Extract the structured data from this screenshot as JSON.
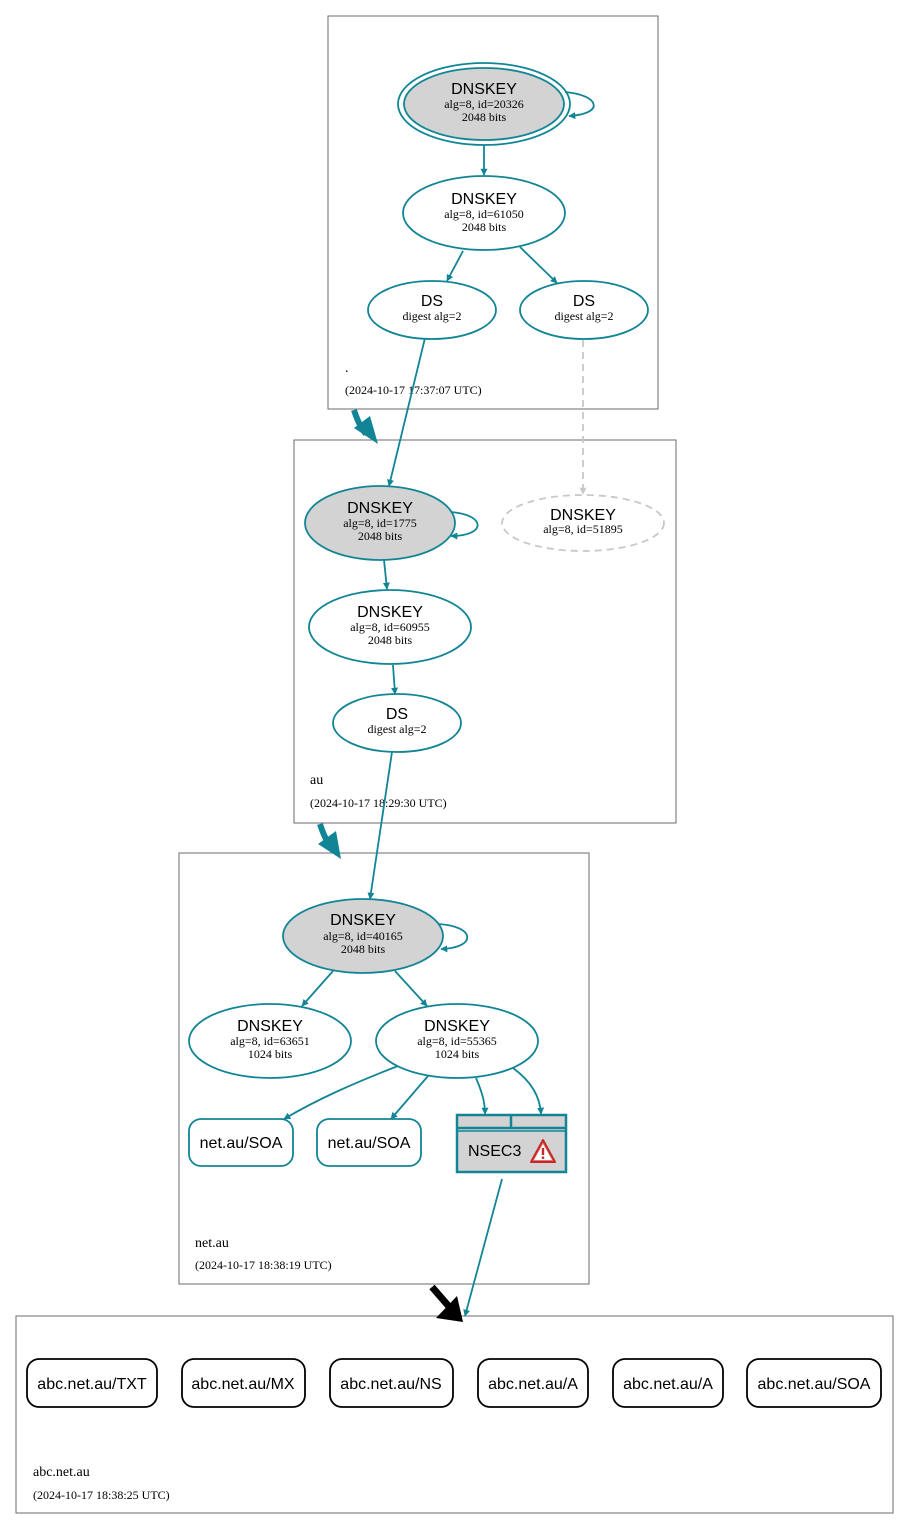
{
  "colors": {
    "accent": "#118595",
    "ksk_fill": "#d3d3d3",
    "missing": "#c8c8c8",
    "warning": "#c62828",
    "border": "#6b6b6b"
  },
  "zones": {
    "root": {
      "name": ".",
      "timestamp": "(2024-10-17 17:37:07 UTC)"
    },
    "au": {
      "name": "au",
      "timestamp": "(2024-10-17 18:29:30 UTC)"
    },
    "netau": {
      "name": "net.au",
      "timestamp": "(2024-10-17 18:38:19 UTC)"
    },
    "abc": {
      "name": "abc.net.au",
      "timestamp": "(2024-10-17 18:38:25 UTC)"
    }
  },
  "nodes": {
    "root_ksk": {
      "title": "DNSKEY",
      "line1": "alg=8, id=20326",
      "line2": "2048 bits"
    },
    "root_zsk": {
      "title": "DNSKEY",
      "line1": "alg=8, id=61050",
      "line2": "2048 bits"
    },
    "root_ds1": {
      "title": "DS",
      "line1": "digest alg=2"
    },
    "root_ds2": {
      "title": "DS",
      "line1": "digest alg=2"
    },
    "au_ksk": {
      "title": "DNSKEY",
      "line1": "alg=8, id=1775",
      "line2": "2048 bits"
    },
    "au_missing": {
      "title": "DNSKEY",
      "line1": "alg=8, id=51895"
    },
    "au_zsk": {
      "title": "DNSKEY",
      "line1": "alg=8, id=60955",
      "line2": "2048 bits"
    },
    "au_ds": {
      "title": "DS",
      "line1": "digest alg=2"
    },
    "net_ksk": {
      "title": "DNSKEY",
      "line1": "alg=8, id=40165",
      "line2": "2048 bits"
    },
    "net_zsk1": {
      "title": "DNSKEY",
      "line1": "alg=8, id=63651",
      "line2": "1024 bits"
    },
    "net_zsk2": {
      "title": "DNSKEY",
      "line1": "alg=8, id=55365",
      "line2": "1024 bits"
    },
    "net_soa1": {
      "label": "net.au/SOA"
    },
    "net_soa2": {
      "label": "net.au/SOA"
    },
    "nsec3": {
      "label": "NSEC3",
      "icon": "warning-icon"
    }
  },
  "records": [
    "abc.net.au/TXT",
    "abc.net.au/MX",
    "abc.net.au/NS",
    "abc.net.au/A",
    "abc.net.au/A",
    "abc.net.au/SOA"
  ]
}
